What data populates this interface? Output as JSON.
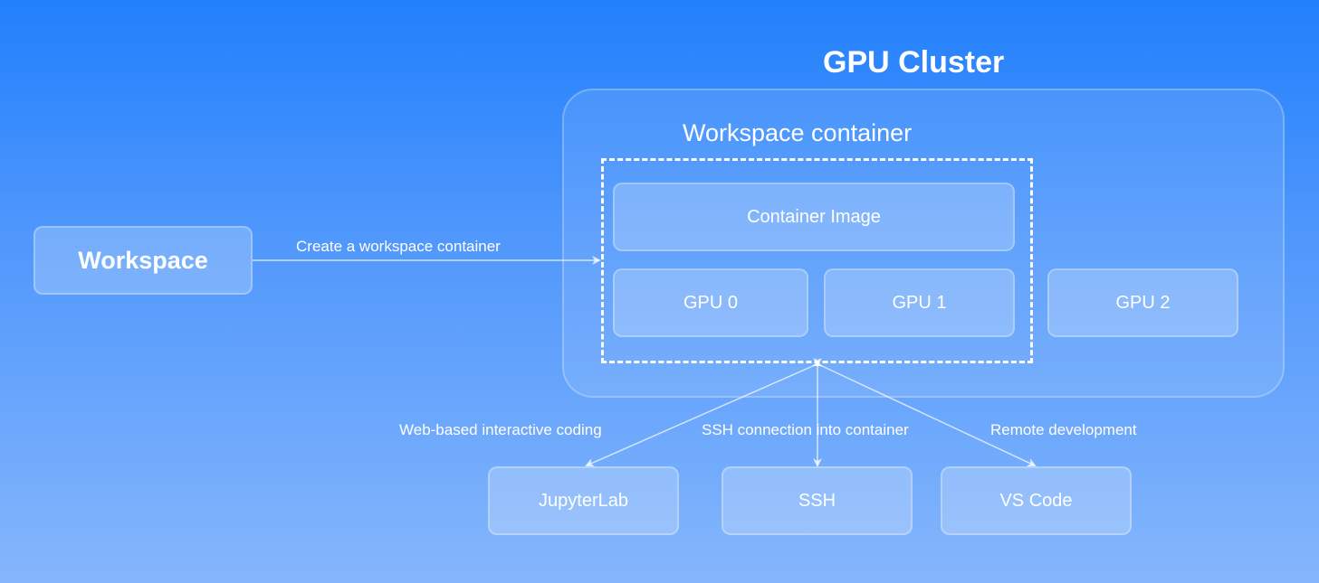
{
  "diagram": {
    "title": "GPU Cluster",
    "container_label": "Workspace container",
    "nodes": {
      "workspace": "Workspace",
      "container_image": "Container Image",
      "gpu0": "GPU 0",
      "gpu1": "GPU 1",
      "gpu2": "GPU 2",
      "jupyterlab": "JupyterLab",
      "ssh": "SSH",
      "vscode": "VS Code"
    },
    "edges": {
      "create": "Create a workspace container",
      "jupyter": "Web-based interactive coding",
      "ssh": "SSH connection into container",
      "vscode": "Remote development"
    },
    "colors": {
      "background_top": "#2280fc",
      "background_bottom": "#85b6fc",
      "text": "#ffffff"
    }
  }
}
